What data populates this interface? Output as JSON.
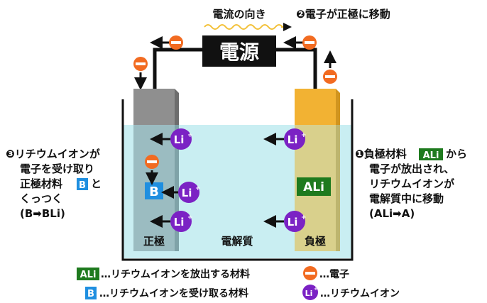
{
  "labels": {
    "current_direction": "電流の向き",
    "power_source": "電源",
    "step2": "❷電子が正極に移動",
    "step3_lines": [
      "❸リチウムイオンが",
      "電子を受け取り",
      "正極材料",
      "と",
      "くっつく",
      "(B➡BLi)"
    ],
    "step1_lines": [
      "❶負極材料",
      "から",
      "電子が放出され、",
      "リチウムイオンが",
      "電解質中に移動",
      "(ALi➡A)"
    ],
    "positive_electrode": "正極",
    "negative_electrode": "負極",
    "electrolyte": "電解質",
    "material_b": "B",
    "material_ali": "ALi",
    "li_ion": "Li",
    "ion_charge": "+",
    "electron_sign": "−"
  },
  "legend": {
    "ali_badge": "ALi",
    "ali_text": "…リチウムイオンを放出する材料",
    "b_badge": "B",
    "b_text": "…リチウムイオンを受け取る材料",
    "electron_text": "…電子",
    "li_badge": "Li",
    "li_sup": "+",
    "li_text": "…リチウムイオン"
  },
  "colors": {
    "electron": "#f26b21",
    "li_ion": "#7b22c4",
    "material_ali": "#1e7a1e",
    "material_b": "#1f8fe0",
    "electrolyte": "#c9eef2",
    "negative_electrode": "#f2b233",
    "positive_electrode": "#8f8f8f"
  }
}
